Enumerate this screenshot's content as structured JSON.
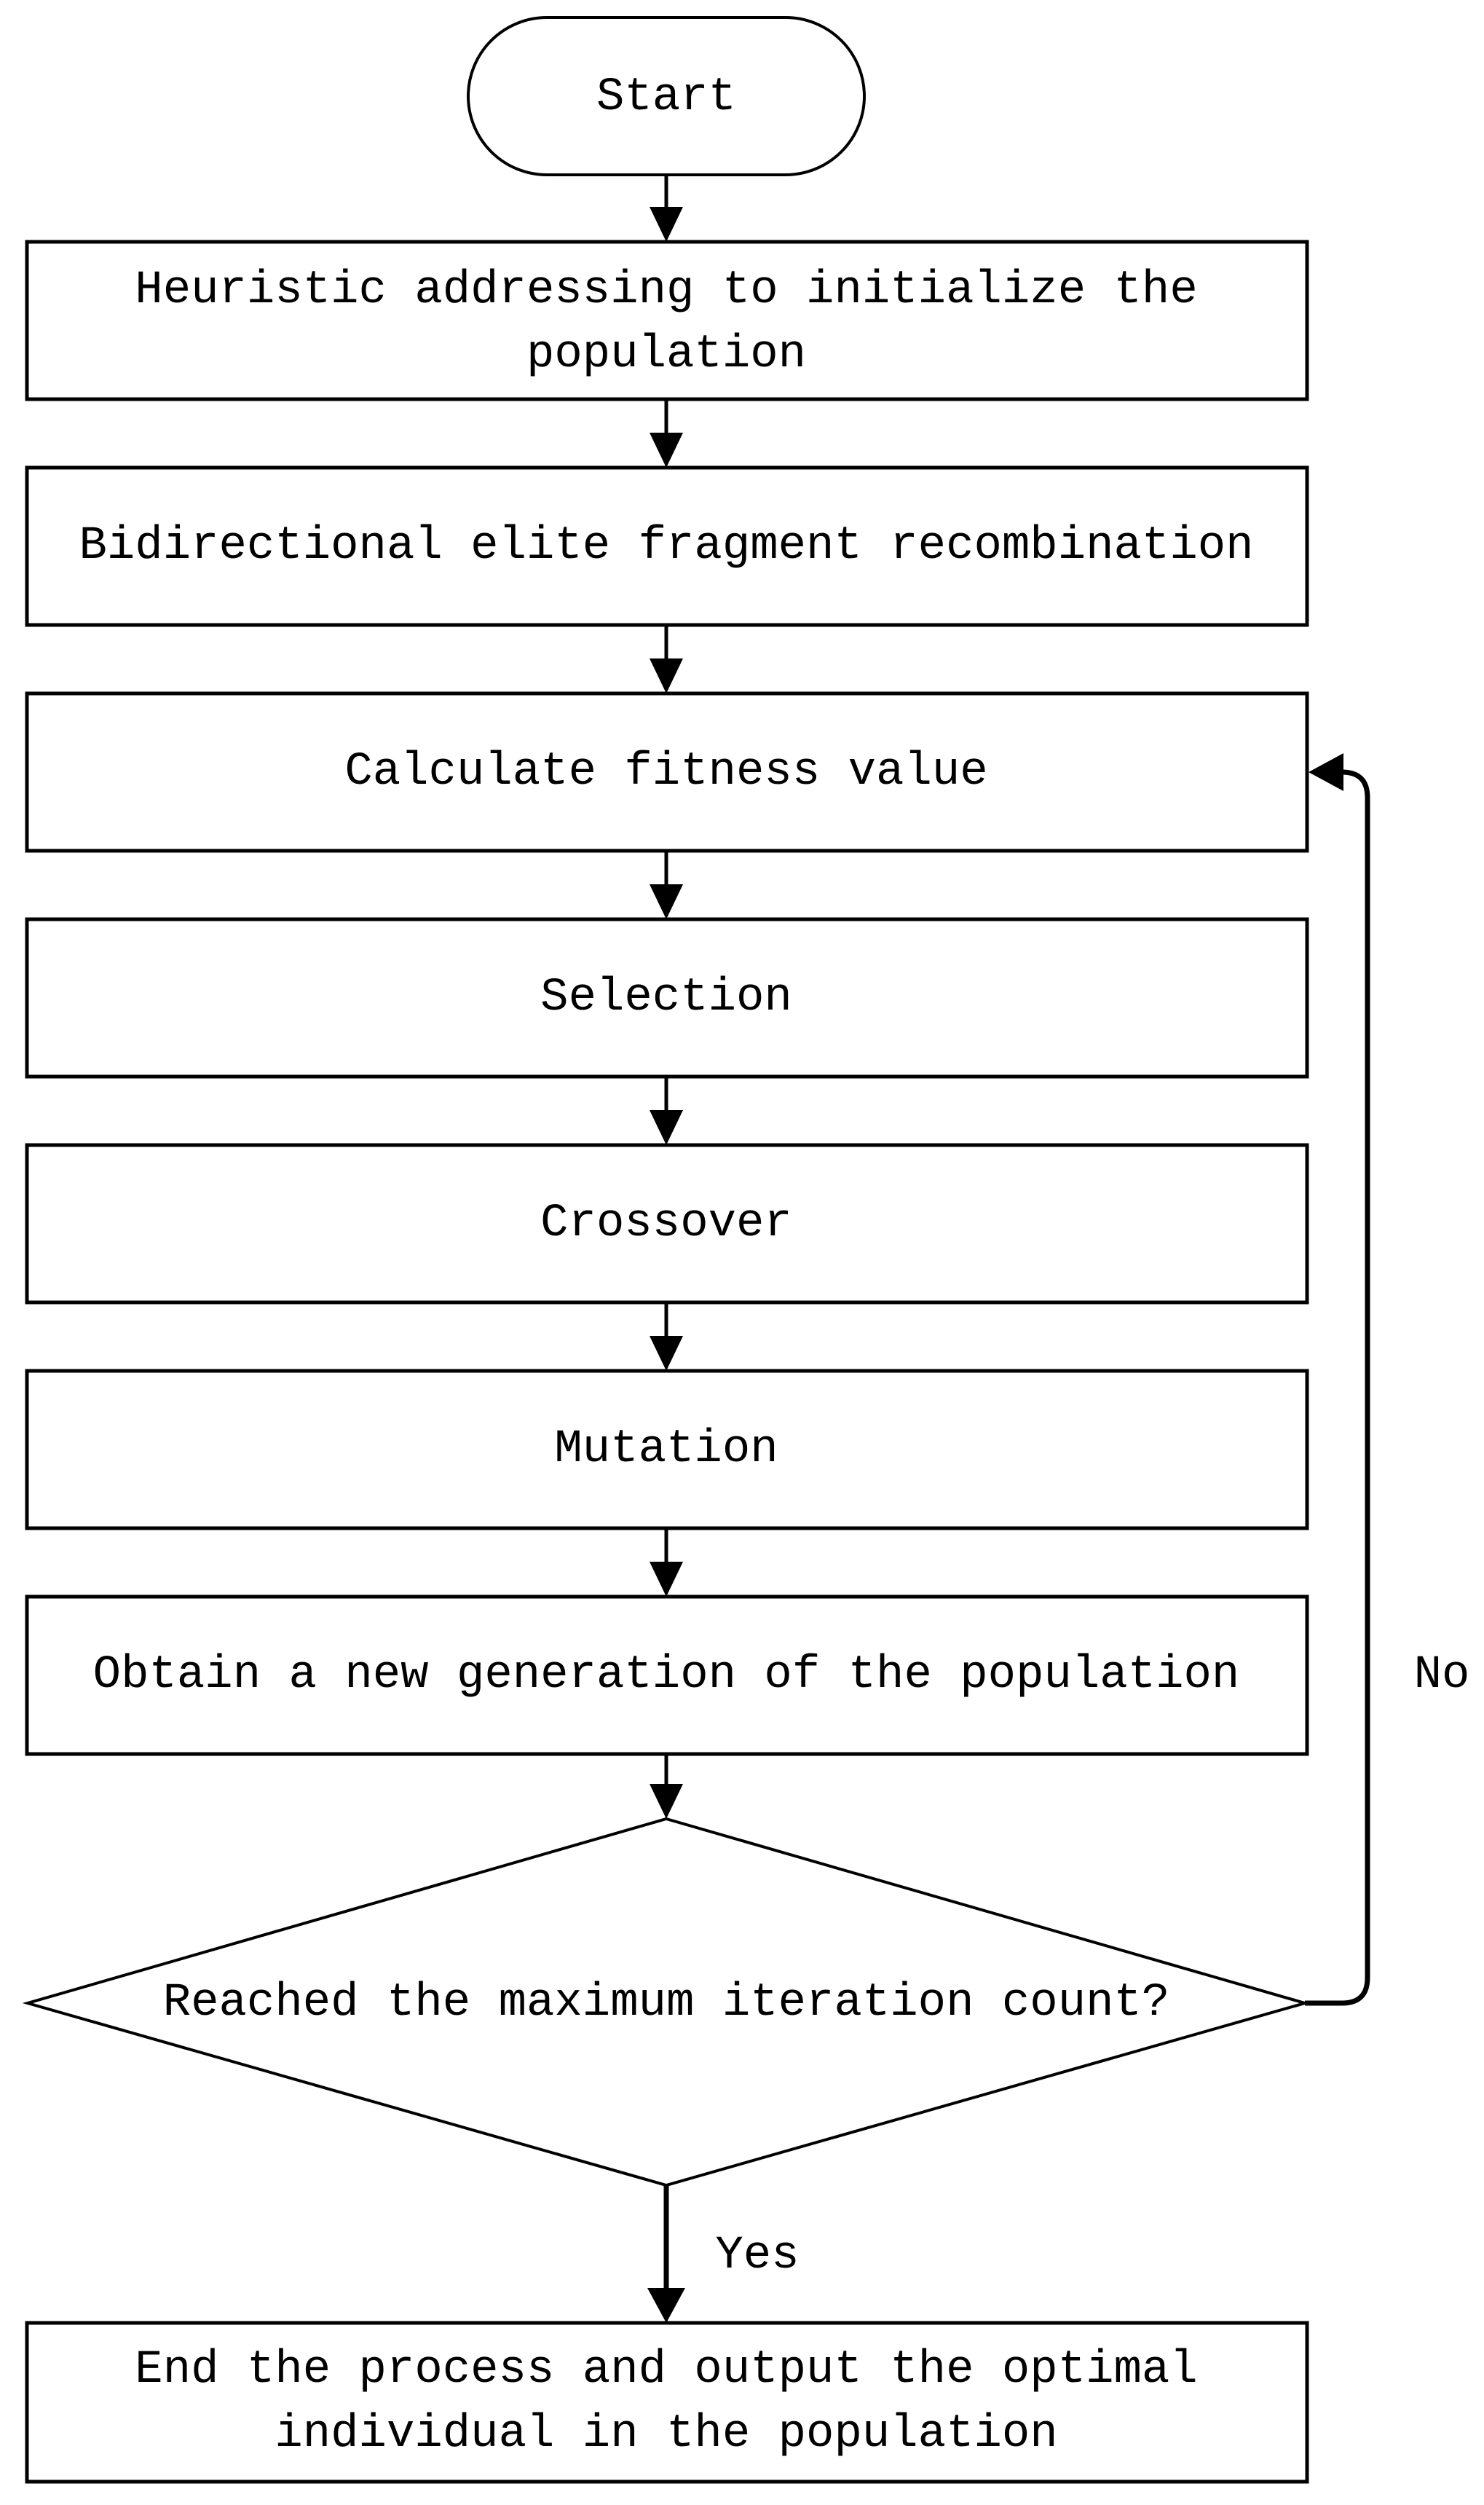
{
  "diagram": {
    "title_hint": "Genetic algorithm flowchart",
    "colors": {
      "stroke": "#000000",
      "background": "#ffffff"
    },
    "nodes": {
      "start": {
        "label": "Start"
      },
      "heuristic_init": {
        "lines": [
          "Heuristic addressing to initialize the",
          "population"
        ]
      },
      "recombination": {
        "label": "Bidirectional elite fragment recombination"
      },
      "fitness": {
        "label": "Calculate fitness value"
      },
      "selection": {
        "label": "Selection"
      },
      "crossover": {
        "label": "Crossover"
      },
      "mutation": {
        "label": "Mutation"
      },
      "new_generation": {
        "label": "Obtain a new generation of the population"
      },
      "decision": {
        "label": "Reached the maximum iteration count?"
      },
      "end": {
        "lines": [
          "End the process and output the optimal",
          "individual in the population"
        ]
      }
    },
    "edges": {
      "yes_label": "Yes",
      "no_label": "No"
    }
  }
}
